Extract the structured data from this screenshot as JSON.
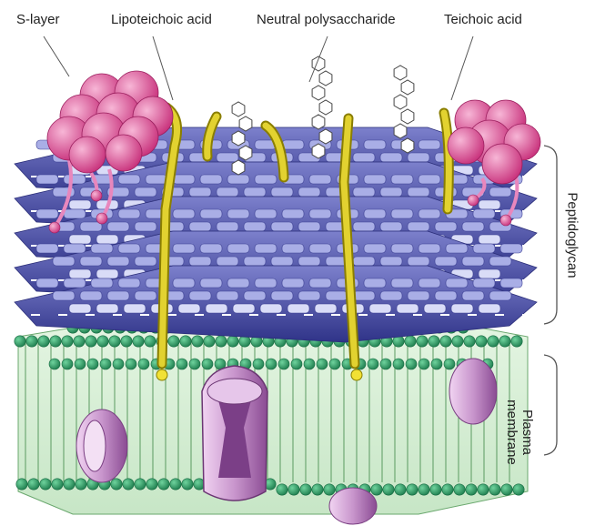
{
  "labels": {
    "s_layer": "S-layer",
    "lipoteichoic_acid": "Lipoteichoic acid",
    "neutral_polysaccharide": "Neutral polysaccharide",
    "teichoic_acid": "Teichoic acid",
    "peptidoglycan": "Peptidoglycan",
    "plasma_membrane_line1": "Plasma",
    "plasma_membrane_line2": "membrane"
  },
  "colors": {
    "s_layer_protein": "#e0559a",
    "peptidoglycan_light": "#c9cdf0",
    "peptidoglycan_dark": "#4a4fa8",
    "teichoic_acid": "#d4c418",
    "lipid_head": "#2e9a64",
    "membrane_fill": "#d9f0d8",
    "membrane_protein": "#b07ab8",
    "label_text": "#222222"
  }
}
